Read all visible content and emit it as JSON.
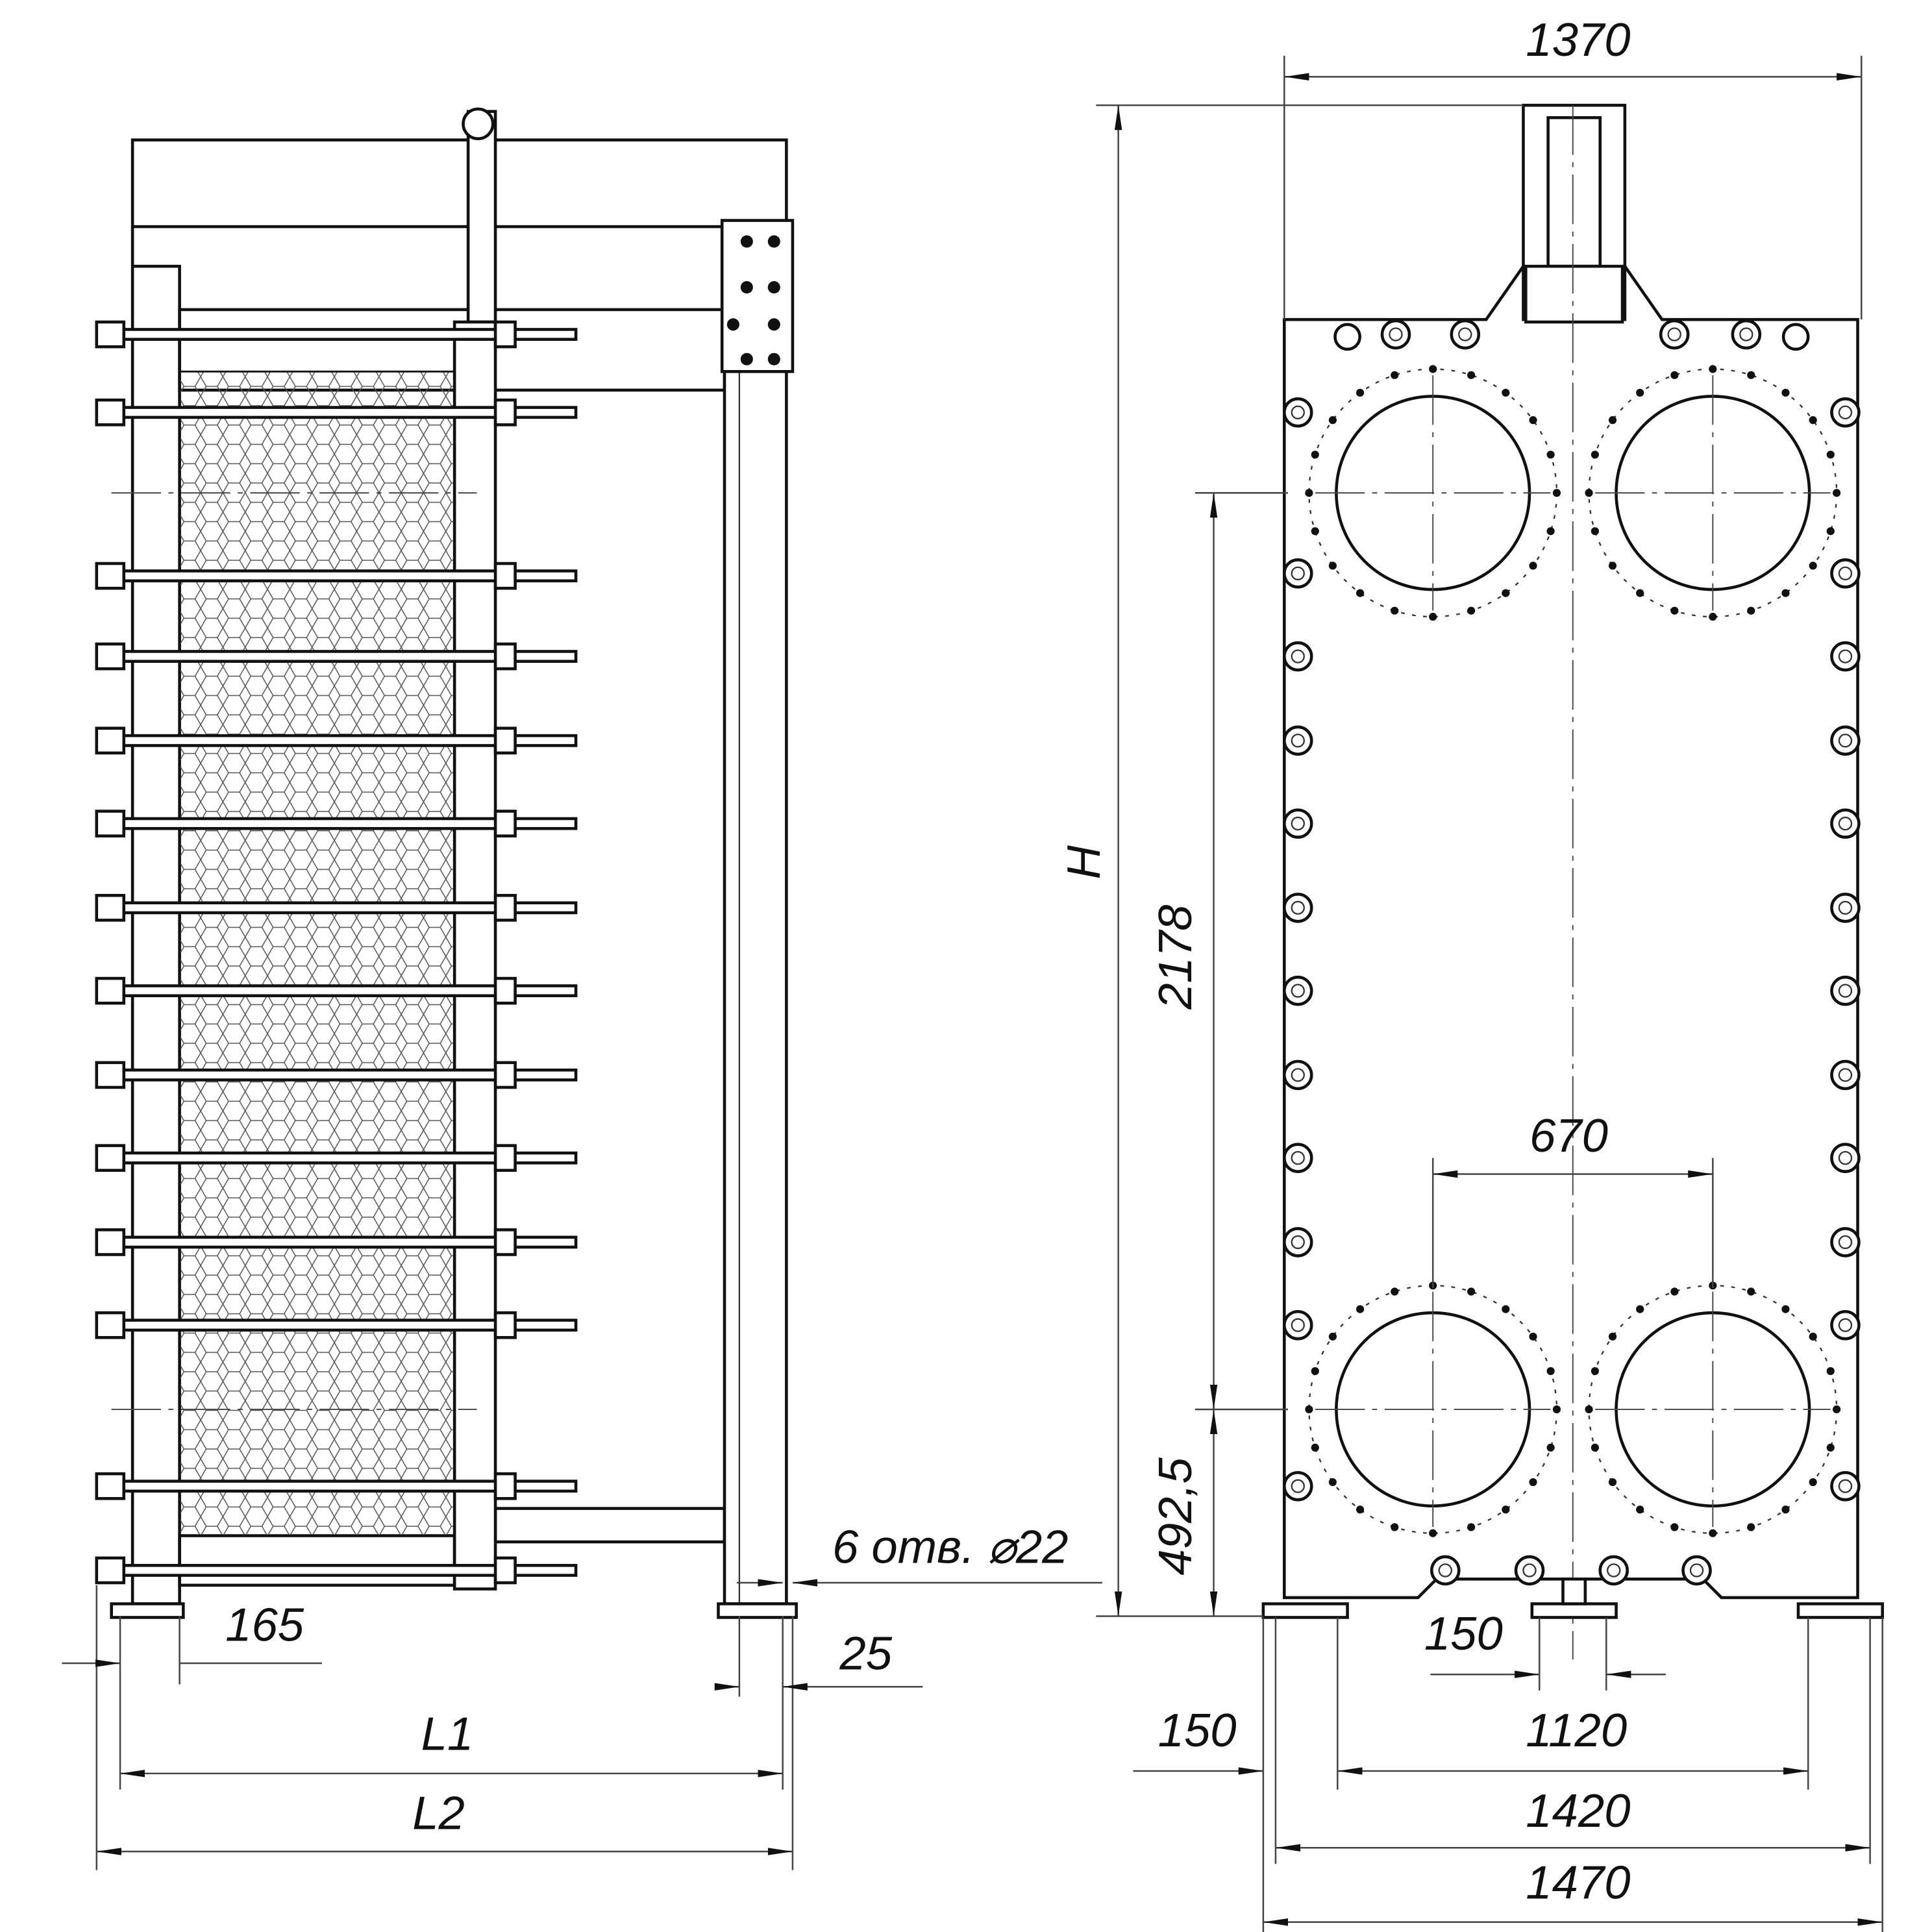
{
  "side_view": {
    "dimensions": {
      "l1": "L1",
      "l2": "L2",
      "offset_165": "165",
      "offset_25": "25",
      "holes": "6 отв. ⌀22"
    }
  },
  "front_view": {
    "dimensions": {
      "width_top": "1370",
      "height": "H",
      "port_vertical": "2178",
      "port_bottom": "492,5",
      "port_horizontal": "670",
      "foot_150_center": "150",
      "foot_150_left": "150",
      "feet_1120": "1120",
      "feet_1420": "1420",
      "feet_1470": "1470"
    }
  },
  "colors": {
    "line": "#111111",
    "background": "#ffffff"
  }
}
